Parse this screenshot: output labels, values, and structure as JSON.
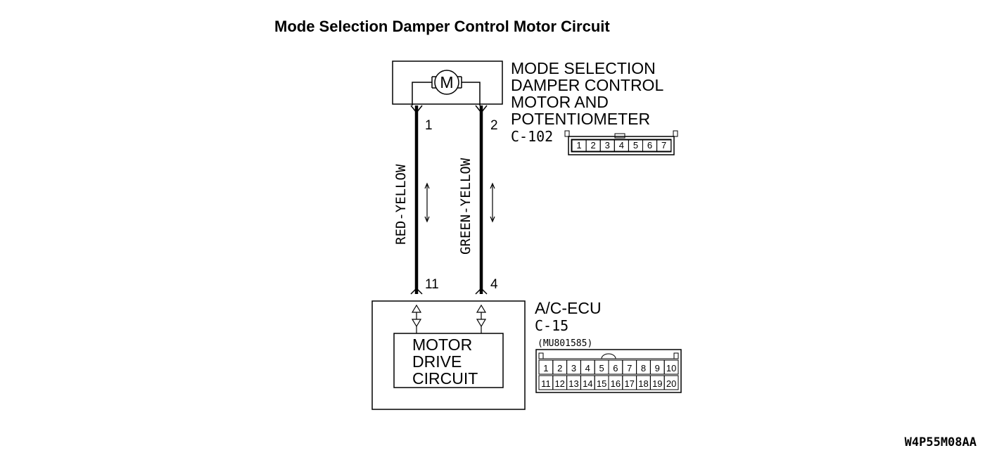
{
  "title": "Mode Selection Damper Control Motor Circuit",
  "motor_component": {
    "symbol": "M",
    "name_lines": [
      "MODE SELECTION",
      "DAMPER CONTROL",
      "MOTOR AND",
      "POTENTIOMETER"
    ],
    "connector": "C-102",
    "pins": [
      "1",
      "2",
      "3",
      "4",
      "5",
      "6",
      "7"
    ]
  },
  "wires": [
    {
      "color": "RED-YELLOW",
      "motor_pin": "1",
      "ecu_pin": "11"
    },
    {
      "color": "GREEN-YELLOW",
      "motor_pin": "2",
      "ecu_pin": "4"
    }
  ],
  "ecu": {
    "name": "A/C-ECU",
    "connector": "C-15",
    "part_number": "(MU801585)",
    "internal_lines": [
      "MOTOR",
      "DRIVE",
      "CIRCUIT"
    ],
    "pins_top": [
      "1",
      "2",
      "3",
      "4",
      "5",
      "6",
      "7",
      "8",
      "9",
      "10"
    ],
    "pins_bottom": [
      "11",
      "12",
      "13",
      "14",
      "15",
      "16",
      "17",
      "18",
      "19",
      "20"
    ]
  },
  "figure_code": "W4P55M08AA"
}
